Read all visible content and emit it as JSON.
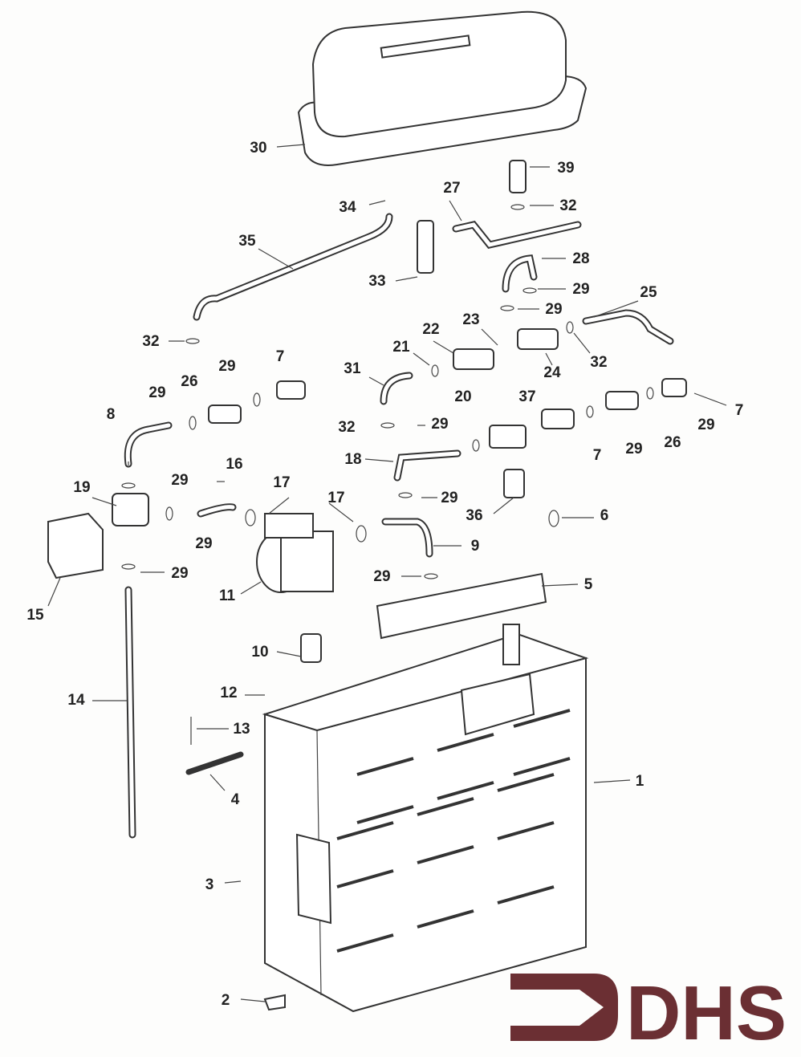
{
  "diagram": {
    "title": "Boiler exploded parts diagram",
    "labels": [
      "30",
      "39",
      "34",
      "27",
      "32",
      "35",
      "28",
      "33",
      "29",
      "29",
      "25",
      "32",
      "22",
      "23",
      "21",
      "32",
      "24",
      "7",
      "29",
      "26",
      "29",
      "31",
      "20",
      "37",
      "7",
      "8",
      "32",
      "29",
      "29",
      "26",
      "29",
      "7",
      "18",
      "16",
      "29",
      "17",
      "19",
      "17",
      "29",
      "36",
      "6",
      "29",
      "9",
      "15",
      "29",
      "29",
      "11",
      "5",
      "10",
      "12",
      "14",
      "13",
      "1",
      "4",
      "3",
      "2"
    ]
  },
  "logo": {
    "text": "DHS",
    "color": "#6b2f33"
  }
}
